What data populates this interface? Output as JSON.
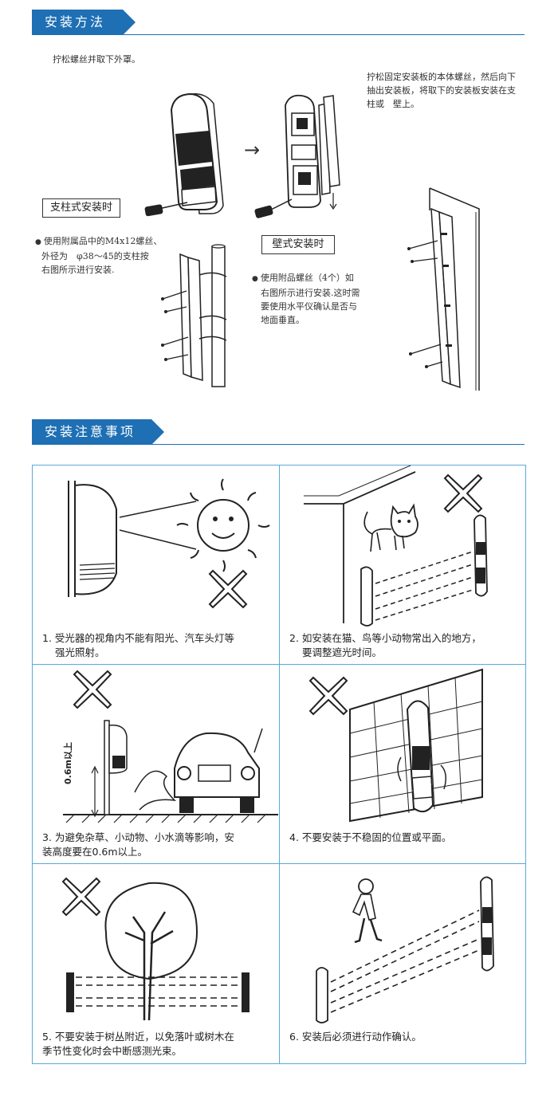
{
  "install_method": {
    "title": "安装方法",
    "step1": "拧松螺丝并取下外罩。",
    "step2_line1": "拧松固定安装板的本体螺丝，然后向下",
    "step2_line2": "抽出安装板，将取下的安装板安装在支",
    "step2_line3": "柱或　壁上。",
    "pole_label": "支柱式安装时",
    "pole_line1": "使用附属品中的M4x12螺丝、",
    "pole_line2": "外径为　φ38～45的支柱按",
    "pole_line3": "右图所示进行安装.",
    "wall_label": "壁式安装时",
    "wall_line1": "使用附品螺丝（4个）如",
    "wall_line2": "右图所示进行安装.这时需",
    "wall_line3": "要使用水平仪确认是否与",
    "wall_line4": "地面垂直。",
    "arrow": "→"
  },
  "precautions": {
    "title": "安装注意事项",
    "items": [
      {
        "line1": "1. 受光器的视角内不能有阳光、汽车头灯等",
        "line2": "强光照射。"
      },
      {
        "line1": "2. 如安装在猫、鸟等小动物常出入的地方，",
        "line2": "要调整遮光时间。"
      },
      {
        "line1": "3. 为避免杂草、小动物、小水滴等影响，安",
        "line2": "装高度要在0.6m以上。"
      },
      {
        "line1": "4. 不要安装于不稳固的位置或平面。",
        "line2": ""
      },
      {
        "line1": "5. 不要安装于树丛附近，以免落叶或树木在",
        "line2": "季节性变化时会中断感测光束。"
      },
      {
        "line1": "6. 安装后必须进行动作确认。",
        "line2": ""
      }
    ],
    "height_mark": "0.6m以上"
  },
  "colors": {
    "accent": "#1e6fb4",
    "grid_border": "#5aaadc"
  }
}
